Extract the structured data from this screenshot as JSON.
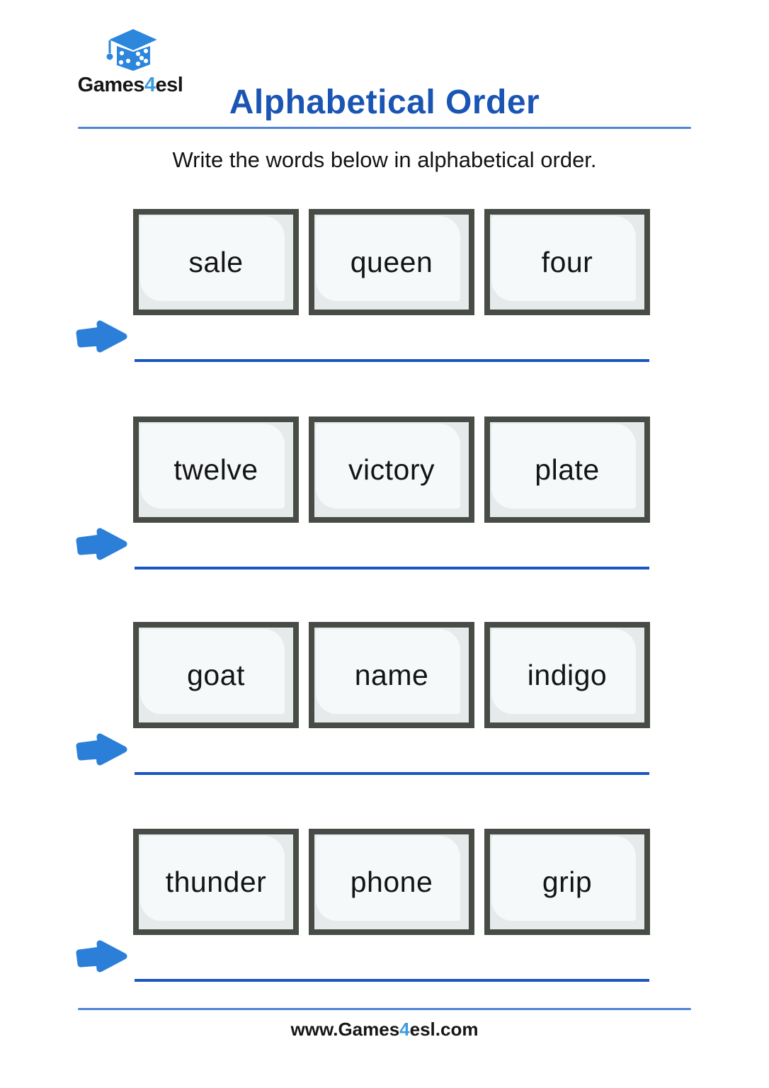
{
  "logo": {
    "icon": "dice-graduation-cap-icon",
    "brand_prefix": "Games",
    "brand_number": "4",
    "brand_suffix": "esl"
  },
  "header": {
    "title": "Alphabetical Order"
  },
  "instruction": "Write the words below in alphabetical order.",
  "rows": [
    {
      "words": [
        "sale",
        "queen",
        "four"
      ],
      "answer_value": ""
    },
    {
      "words": [
        "twelve",
        "victory",
        "plate"
      ],
      "answer_value": ""
    },
    {
      "words": [
        "goat",
        "name",
        "indigo"
      ],
      "answer_value": ""
    },
    {
      "words": [
        "thunder",
        "phone",
        "grip"
      ],
      "answer_value": ""
    }
  ],
  "footer": {
    "url_prefix": "www.Games",
    "url_number": "4",
    "url_suffix": "esl.com"
  },
  "icons": {
    "row_marker": "right-arrow-icon"
  },
  "colors": {
    "title_blue": "#1b55b3",
    "rule_blue": "#4f83d4",
    "answer_line_blue": "#1b55c0",
    "arrow_blue": "#2b7fd9",
    "logo_blue": "#2b86dc",
    "brand_number_blue": "#3d9be0",
    "card_border": "#474c46",
    "card_fill": "#f5f9fa"
  }
}
